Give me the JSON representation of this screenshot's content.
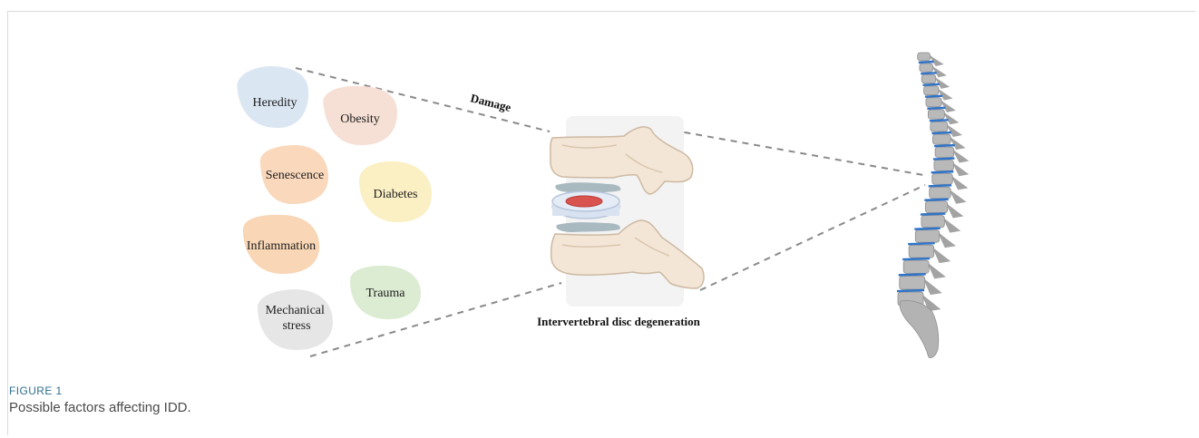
{
  "diagram": {
    "factors": [
      {
        "label": "Heredity",
        "color": "#dbe6f3"
      },
      {
        "label": "Obesity",
        "color": "#f6dfd4"
      },
      {
        "label": "Senescence",
        "color": "#f9d8bb"
      },
      {
        "label": "Diabetes",
        "color": "#fbefc4"
      },
      {
        "label": "Inflammation",
        "color": "#f9d6b5"
      },
      {
        "label": "Trauma",
        "color": "#dcecd2"
      },
      {
        "label": "Mechanical stress",
        "color": "#e6e6e6"
      }
    ],
    "damage_label": "Damage",
    "disc_label": "Intervertebral disc degeneration",
    "colors": {
      "dashes": "#8a8a8a",
      "bone": "#f3e6d6",
      "disc": "#d9e2f0",
      "nucleus": "#d9534f",
      "spine_disc": "#2f74c9"
    }
  },
  "figure": {
    "label": "FIGURE 1",
    "caption": "Possible factors affecting IDD."
  }
}
